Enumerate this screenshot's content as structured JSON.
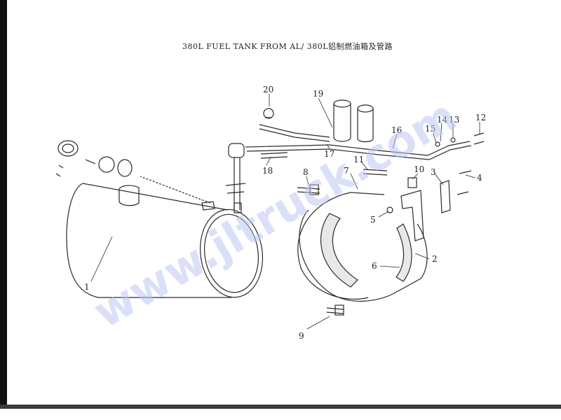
{
  "title": "380L FUEL TANK FROM AL/ 380L铝制燃油箱及管路",
  "watermark": "www.jltruck.com",
  "callouts": [
    "1",
    "2",
    "3",
    "4",
    "5",
    "6",
    "7",
    "8",
    "9",
    "10",
    "11",
    "12",
    "13",
    "14",
    "15",
    "16",
    "17",
    "18",
    "19",
    "20"
  ],
  "colors": {
    "line": "#2a2a2a",
    "watermark": "#b9c6f2",
    "edge": "#111111"
  }
}
